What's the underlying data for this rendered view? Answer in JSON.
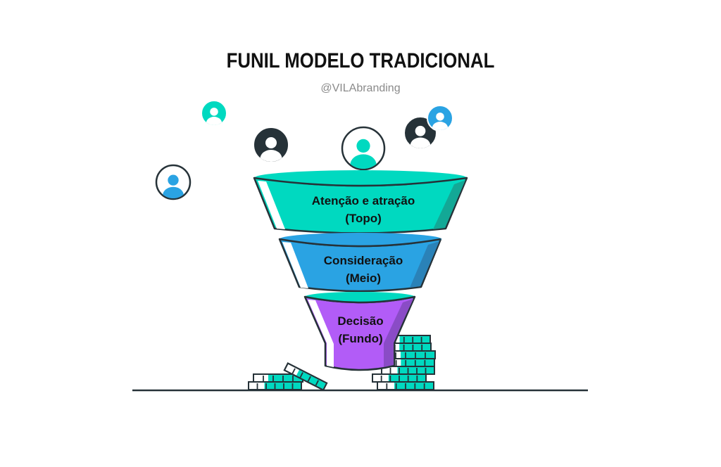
{
  "header": {
    "title": "FUNIL MODELO TRADICIONAL",
    "subtitle": "@VILAbranding"
  },
  "funnel": {
    "stages": [
      {
        "line1": "Atenção e atração",
        "line2": "(Topo)",
        "color": "#00d9c0",
        "shade": "#13a896",
        "rim": "#00d9c0"
      },
      {
        "line1": "Consideração",
        "line2": "(Meio)",
        "color": "#2aa3e3",
        "shade": "#2a82b8",
        "rim": "#2aa3e3"
      },
      {
        "line1": "Decisão",
        "line2": "(Fundo)",
        "color": "#b25cf7",
        "shade": "#8a4cc6",
        "rim": "#00d9c0"
      }
    ]
  },
  "people": [
    {
      "name": "person-teal-filled",
      "style": "filled",
      "bg": "#00d9c0",
      "fg": "#ffffff"
    },
    {
      "name": "person-dark-left",
      "style": "filled",
      "bg": "#263238",
      "fg": "#ffffff"
    },
    {
      "name": "person-outline-teal",
      "style": "outline",
      "bg": "#ffffff",
      "fg": "#00d9c0"
    },
    {
      "name": "person-dark-right",
      "style": "filled",
      "bg": "#263238",
      "fg": "#ffffff"
    },
    {
      "name": "person-blue-filled",
      "style": "filled",
      "bg": "#2aa3e3",
      "fg": "#ffffff"
    },
    {
      "name": "person-outline-blue",
      "style": "outline",
      "bg": "#ffffff",
      "fg": "#2aa3e3"
    }
  ],
  "colors": {
    "ink": "#263238",
    "coin": "#00d9c0"
  }
}
